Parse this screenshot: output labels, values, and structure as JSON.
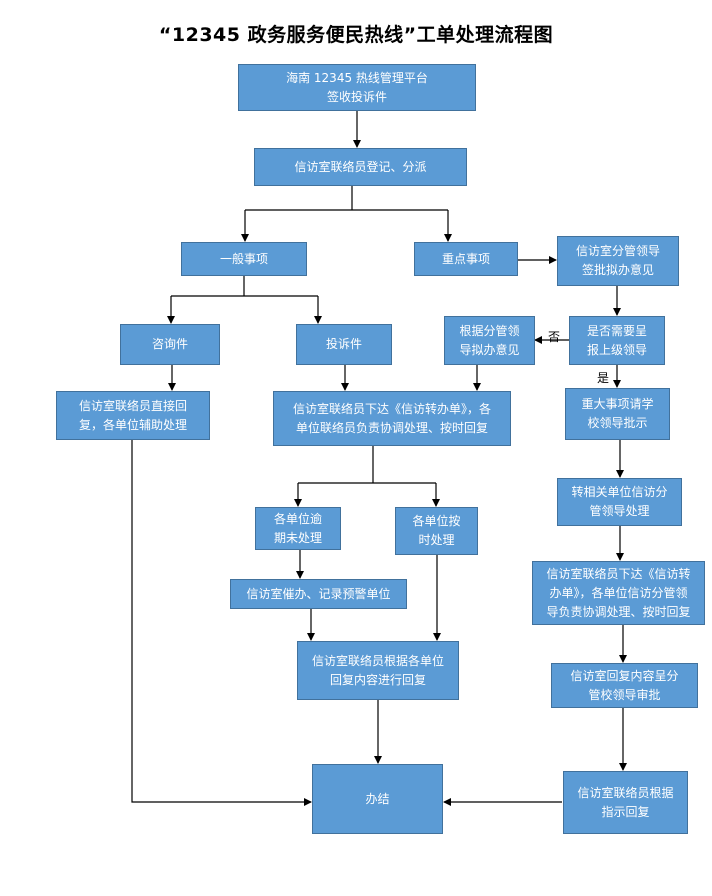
{
  "title": "“12345 政务服务便民热线”工单处理流程图",
  "nodes": {
    "n1": "海南 12345 热线管理平台\n签收投诉件",
    "n2": "信访室联络员登记、分派",
    "n3": "一般事项",
    "n4": "重点事项",
    "n5": "信访室分管领导\n签批拟办意见",
    "n6": "咨询件",
    "n7": "投诉件",
    "n8": "根据分管领\n导拟办意见",
    "n9": "是否需要呈\n报上级领导",
    "n10": "信访室联络员直接回\n复，各单位辅助处理",
    "n11": "信访室联络员下达《信访转办单》，各\n单位联络员负责协调处理、按时回复",
    "n12": "重大事项请学\n校领导批示",
    "n13": "转相关单位信访分\n管领导处理",
    "n14": "各单位逾\n期未处理",
    "n15": "各单位按\n时处理",
    "n16": "信访室联络员下达《信访转\n办单》，各单位信访分管领\n导负责协调处理、按时回复",
    "n17": "信访室催办、记录预警单位",
    "n18": "信访室联络员根据各单位\n回复内容进行回复",
    "n19": "信访室回复内容呈分\n管校领导审批",
    "n20": "办结",
    "n21": "信访室联络员根据\n指示回复"
  },
  "labels": {
    "no": "否",
    "yes": "是"
  },
  "colors": {
    "node_fill": "#5b9bd5",
    "node_border": "#41719c",
    "line": "#000000"
  }
}
